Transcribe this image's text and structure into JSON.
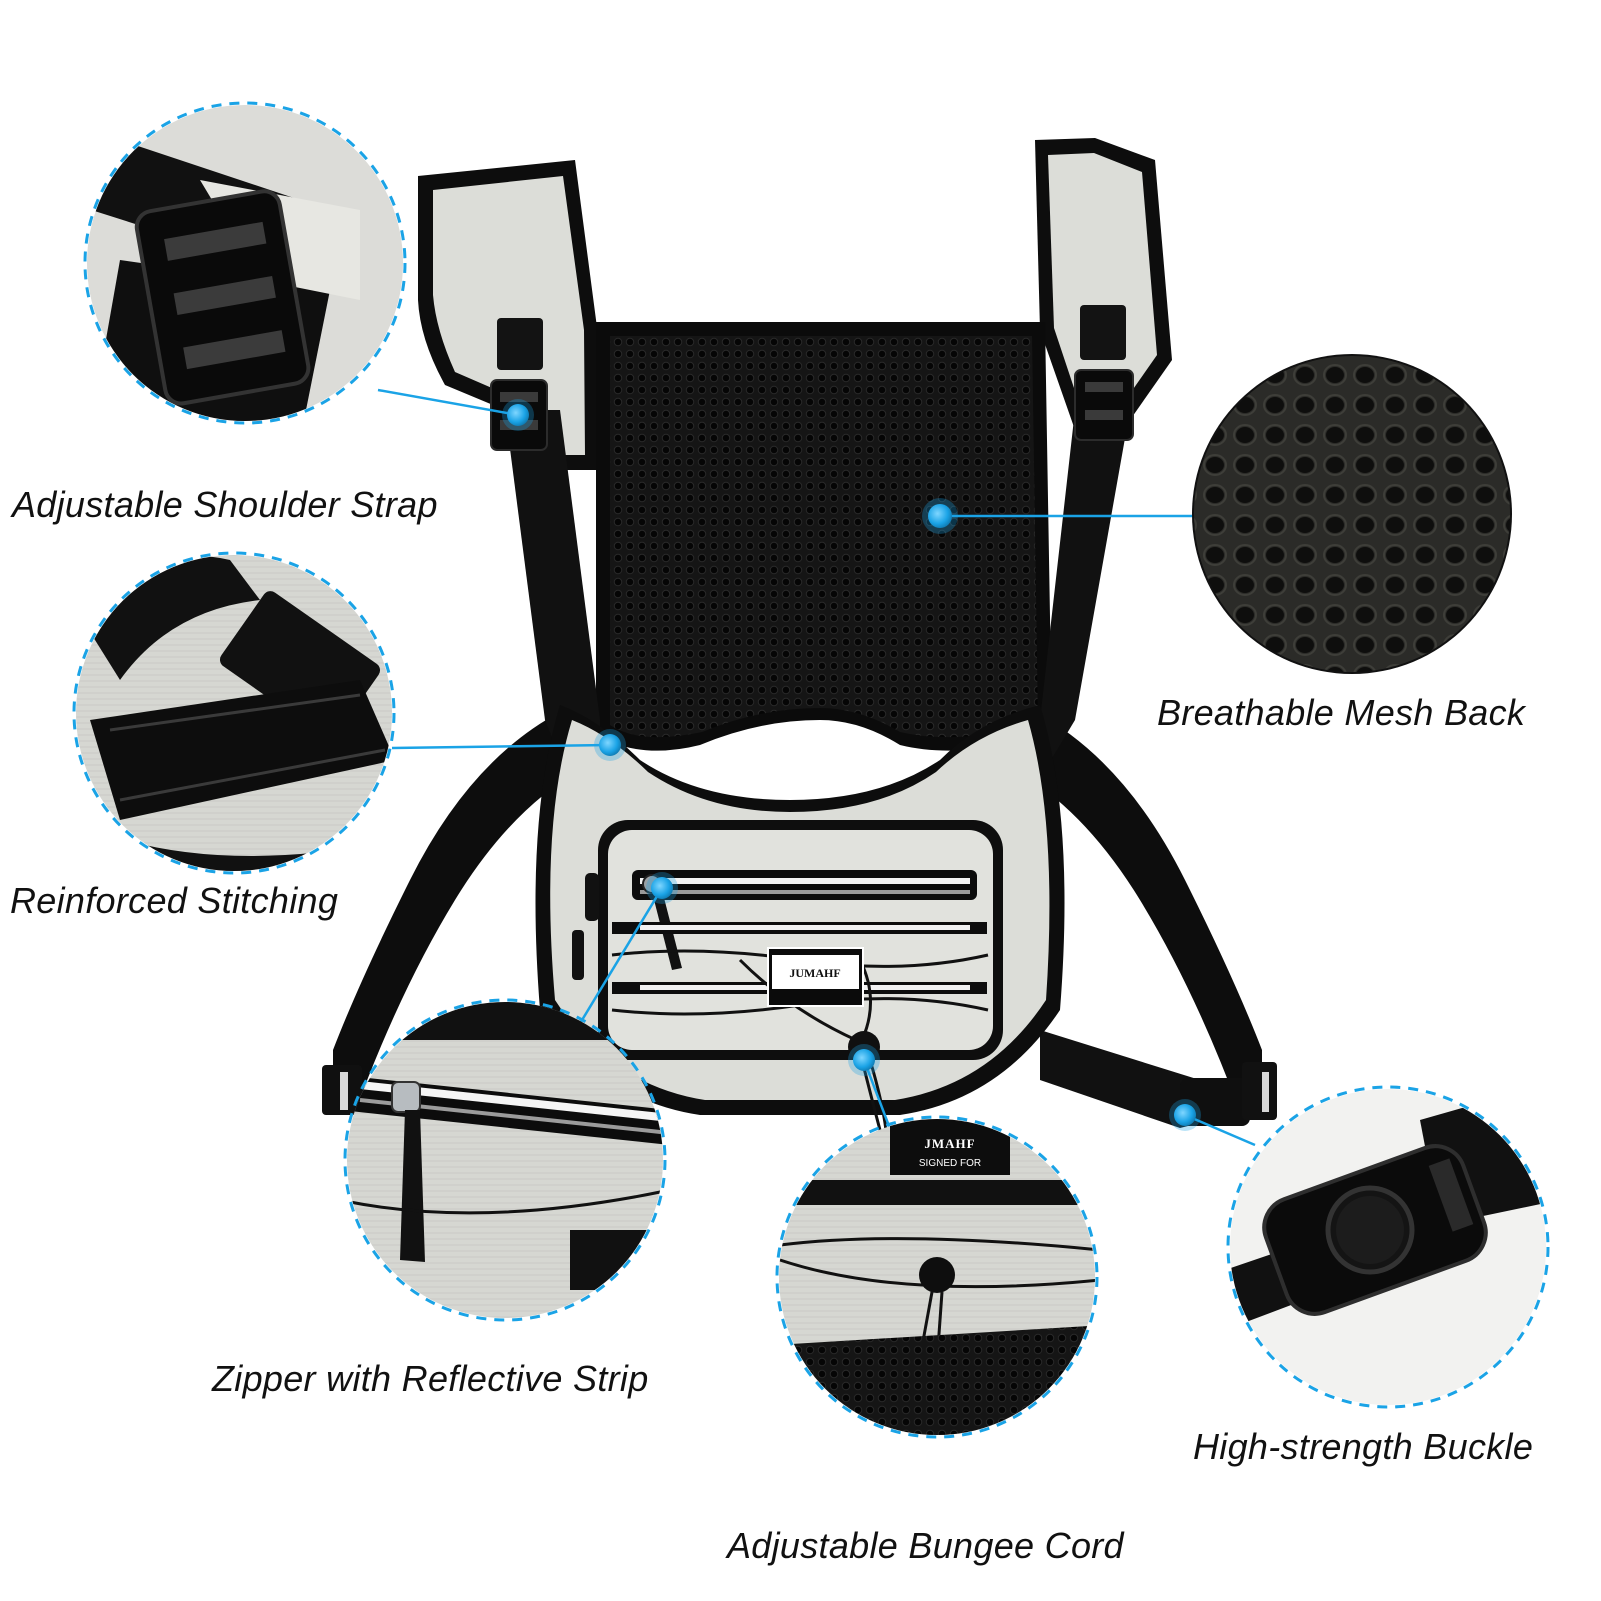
{
  "features": {
    "shoulder_strap": "Adjustable Shoulder Strap",
    "stitching": "Reinforced Stitching",
    "zipper": "Zipper with Reflective Strip",
    "bungee": "Adjustable Bungee Cord",
    "buckle": "High-strength Buckle",
    "mesh": "Breathable Mesh Back"
  },
  "product": {
    "brand": "JUMAHF",
    "zoom_brand": "JMAHF",
    "zoom_tagline": "SIGNED FOR"
  },
  "colors": {
    "accent": "#1aa3e6",
    "product_light": "#dedfda",
    "product_dark": "#111111"
  },
  "icons": {
    "callout_marker": "blue-dot-icon"
  }
}
